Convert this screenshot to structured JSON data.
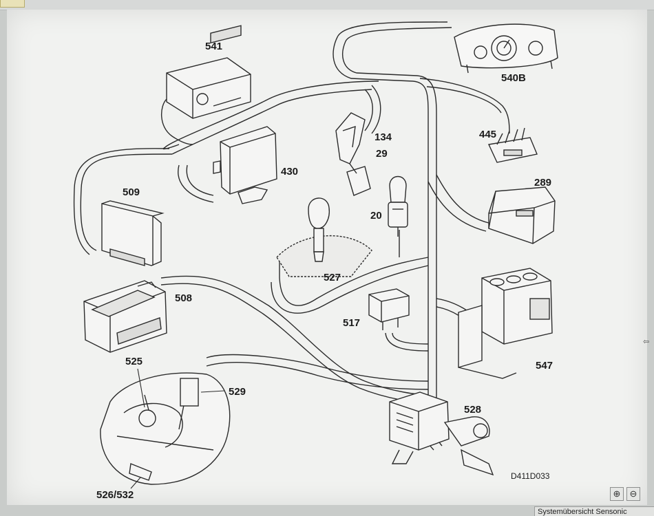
{
  "labels": {
    "541": "541",
    "540B": "540B",
    "445": "445",
    "134": "134",
    "29": "29",
    "430": "430",
    "509": "509",
    "289": "289",
    "20": "20",
    "527": "527",
    "508": "508",
    "517": "517",
    "547": "547",
    "525": "525",
    "529": "529",
    "528": "528",
    "526_532": "526/532"
  },
  "figure_code": "D411D033",
  "status_bar": {
    "text": "Systemübersicht Sensonic"
  },
  "zoom": {
    "in_icon": "zoom-in-icon",
    "out_icon": "zoom-out-icon"
  },
  "colors": {
    "line": "#2b2b2b",
    "paper": "#f1f2f0"
  }
}
